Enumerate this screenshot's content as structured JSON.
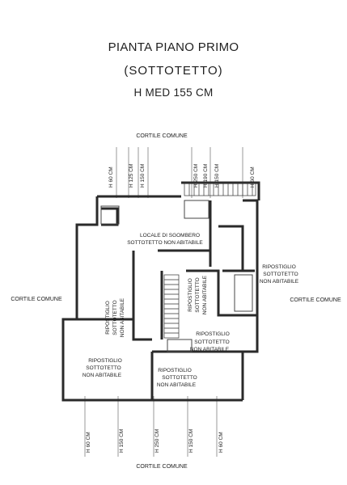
{
  "title": {
    "line1": "PIANTA PIANO PRIMO",
    "line2": "(SOTTOTETTO)",
    "line3": "H MED 155 CM"
  },
  "labels": {
    "cortile_top": "CORTILE COMUNE",
    "cortile_left": "CORTILE COMUNE",
    "cortile_right": "CORTILE COMUNE",
    "cortile_bottom": "CORTILE COMUNE"
  },
  "rooms": {
    "locale": [
      "LOCALE DI SGOMBERO",
      "SOTTOTETTO NON ABITABILE"
    ],
    "rip_right": [
      "RIPOSTIGLIO",
      "SOTTOTETTO",
      "NON ABITABILE"
    ],
    "rip_center": [
      "RIPOSTIGLIO",
      "SOTTOTETTO",
      "NON ABITABILE"
    ],
    "rip_mid": [
      "RIPOSTIGLIO",
      "SOTTOTETTO",
      "NON ABITABILE"
    ],
    "rip_left_vertical": [
      "RIPOSTIGLIO",
      "SOTTOTETTO",
      "NON ABITABILE"
    ],
    "rip_bottom_left": [
      "RIPOSTIGLIO",
      "SOTTOTETTO",
      "NON ABITABILE"
    ],
    "rip_bottom_mid": [
      "RIPOSTIGLIO",
      "SOTTOTETTO",
      "NON ABITABILE"
    ]
  },
  "heights_top": [
    "H 60 CM",
    "H 125 CM",
    "H 150 CM",
    "H 250 CM",
    "H 190 CM",
    "H 150 CM",
    "H 60 CM"
  ],
  "heights_bottom": [
    "H 60 CM",
    "H 150 CM",
    "H 250 CM",
    "H 150 CM",
    "H 60 CM"
  ]
}
